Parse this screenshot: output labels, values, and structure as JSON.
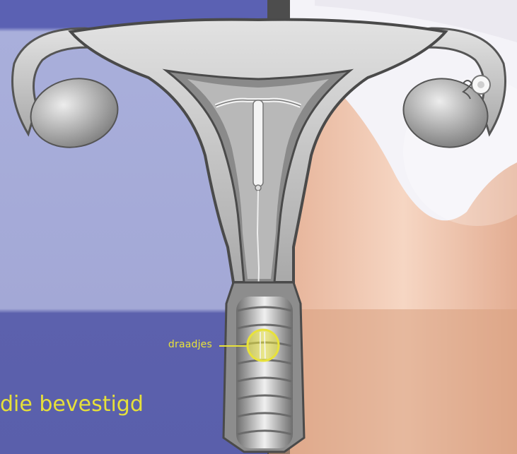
{
  "labels": {
    "strings": "draadjes",
    "caption": "die bevestigd"
  },
  "colors": {
    "panel_dark": "#5a5fae",
    "panel_light": "#a8aed8",
    "highlight": "#e8e23a",
    "organ_fill": "#bdbdbd",
    "organ_dark": "#6a6a6a",
    "skin": "#f0c9b2"
  },
  "icons": {
    "highlight_ring": "yellow-circle",
    "egg": "ovum-icon"
  }
}
